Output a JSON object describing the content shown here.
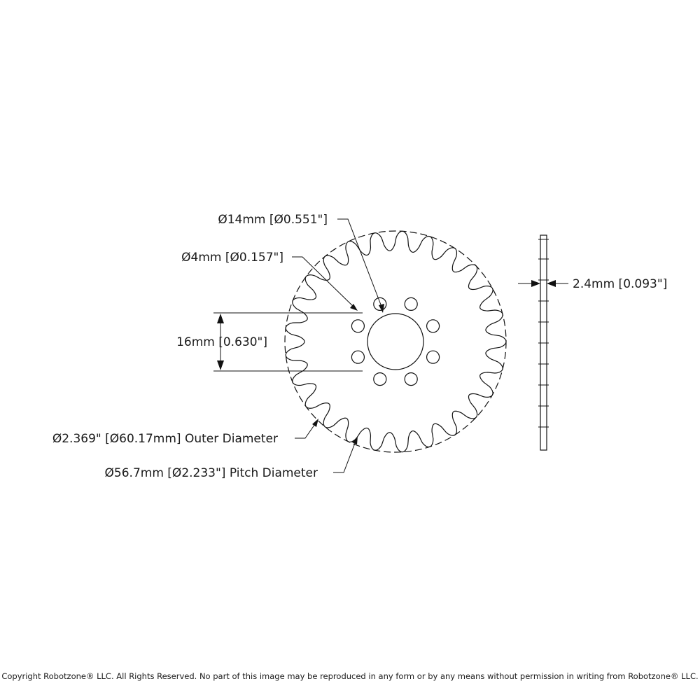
{
  "dimensions": {
    "bore": "Ø14mm [Ø0.551\"]",
    "hole": "Ø4mm [Ø0.157\"]",
    "hole_spacing": "16mm [0.630\"]",
    "outer_diameter": "Ø2.369\" [Ø60.17mm] Outer Diameter",
    "pitch_diameter": "Ø56.7mm [Ø2.233\"] Pitch Diameter",
    "thickness": "2.4mm [0.093\"]"
  },
  "sprocket": {
    "teeth": 25,
    "mounting_holes": 8
  },
  "copyright": "Copyright Robotzone® LLC.  All Rights Reserved. No part of this image may be reproduced in any form or by any means without permission in writing from Robotzone® LLC."
}
